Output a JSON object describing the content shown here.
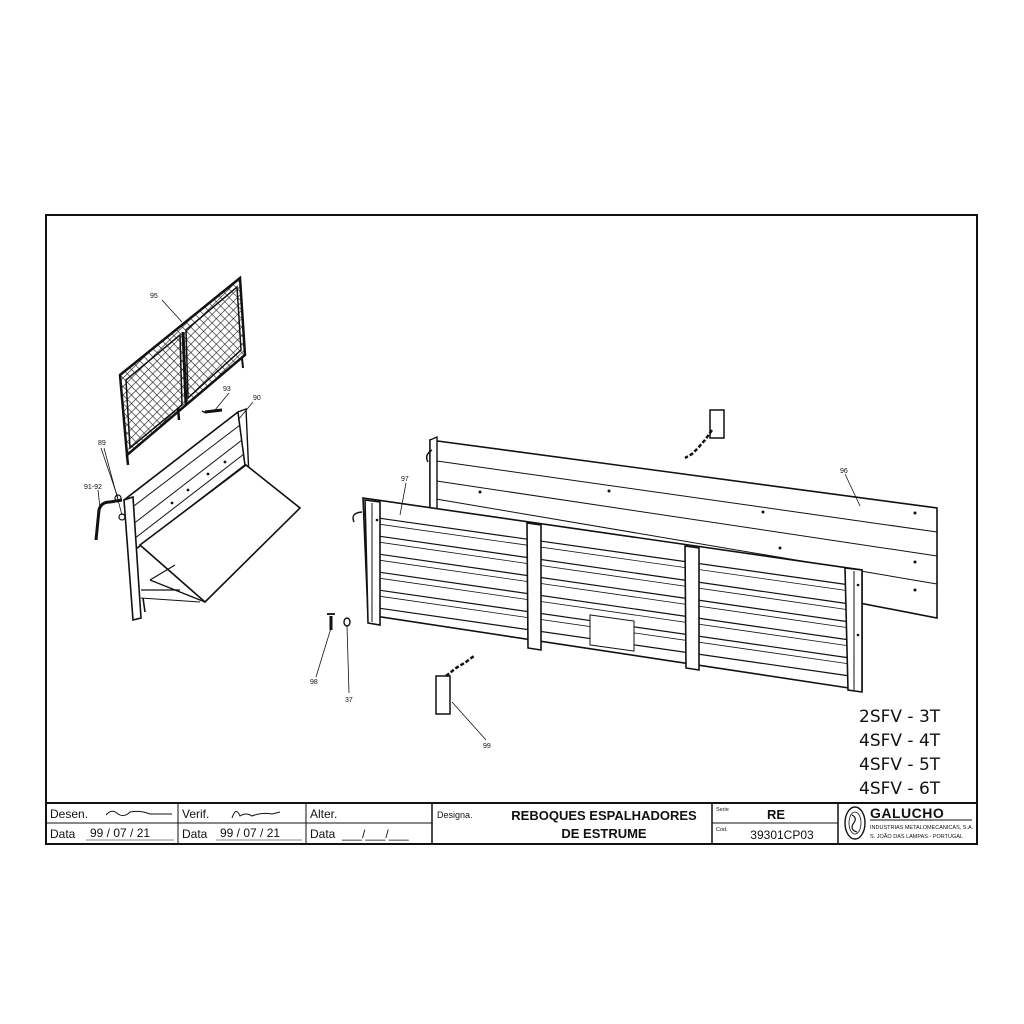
{
  "callouts": [
    "95",
    "93",
    "90",
    "89",
    "91-92",
    "97",
    "96",
    "98",
    "37",
    "99"
  ],
  "models": [
    "2SFV - 3T",
    "4SFV - 4T",
    "4SFV - 5T",
    "4SFV - 6T"
  ],
  "title_block": {
    "desen_label": "Desen.",
    "verif_label": "Verif.",
    "alter_label": "Alter.",
    "data_label": "Data",
    "desen_date": "99 / 07 / 21",
    "verif_date": "99 / 07 / 21",
    "alter_date": "___/___/___",
    "designa_label": "Designa.",
    "designation_line1": "REBOQUES ESPALHADORES",
    "designation_line2": "DE ESTRUME",
    "serie_label": "Serie",
    "serie_value": "RE",
    "cod_label": "Cod.",
    "cod_value": "39301CP03",
    "company_name": "GALUCHO",
    "company_sub": "INDUSTRIAS METALOMECANICAS, S.A.",
    "company_addr": "S. JOÃO DAS LAMPAS - PORTUGAL"
  }
}
